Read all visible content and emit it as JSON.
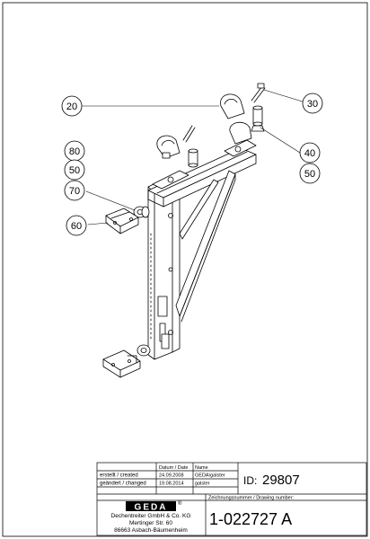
{
  "callouts": {
    "c20": "20",
    "c30": "30",
    "c80": "80",
    "c50a": "50",
    "c70": "70",
    "c60": "60",
    "c40": "40",
    "c50b": "50"
  },
  "title_block": {
    "header_date": "Datum / Date",
    "header_name": "Name",
    "created_label": "erstellt / created",
    "created_date": "24.09.2008",
    "created_name": "GEDA\\galster",
    "changed_label": "geändert / changed",
    "changed_date": "19.08.2014",
    "changed_name": "galster",
    "id_label": "ID:",
    "id_value": "29807",
    "logo": "GEDA",
    "logo_reg": "®",
    "company_line1": "Dechentreiter GmbH & Co. KG",
    "company_line2": "Mertinger Str. 60",
    "company_line3": "86663 Asbach-Bäumenheim",
    "drawing_number_label": "Zeichnungsnummer / Drawing number:",
    "drawing_number": "1-022727 A"
  }
}
